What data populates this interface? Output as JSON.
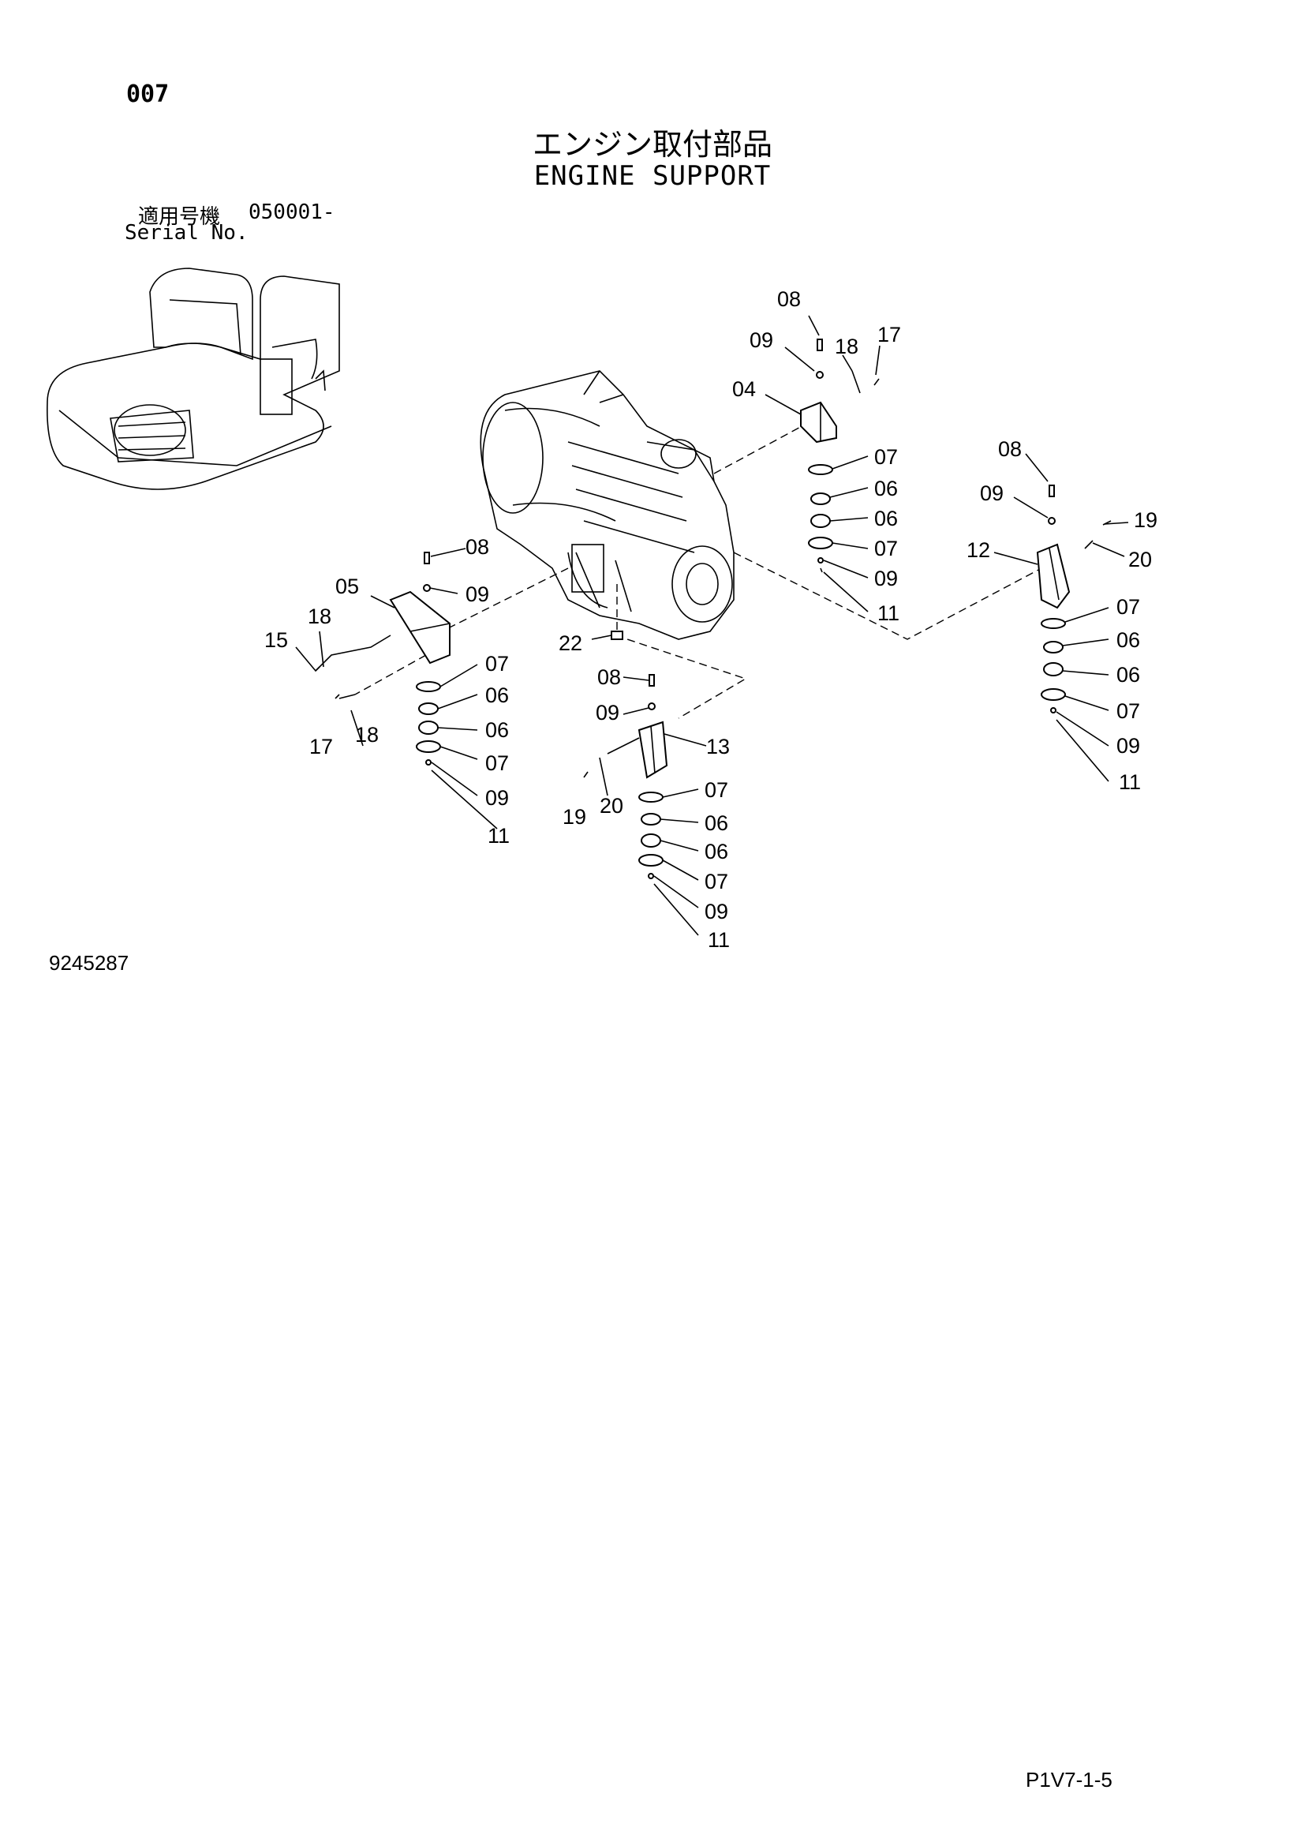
{
  "page_number": "007",
  "title_jp": "エンジン取付部品",
  "title_en": "ENGINE SUPPORT",
  "serial": {
    "label_jp": "適用号機",
    "value": "050001-",
    "label_en": "Serial No."
  },
  "figure_number": "9245287",
  "page_code": "P1V7-1-5",
  "callouts": {
    "c08a": "08",
    "c09a": "09",
    "c18a": "18",
    "c17a": "17",
    "c04": "04",
    "c07a": "07",
    "c06a": "06",
    "c06b": "06",
    "c07b": "07",
    "c09b": "09",
    "c11a": "11",
    "c08b": "08",
    "c09c": "09",
    "c19a": "19",
    "c12": "12",
    "c20a": "20",
    "c07c": "07",
    "c06c": "06",
    "c06d": "06",
    "c07d": "07",
    "c09d": "09",
    "c11b": "11",
    "c08c": "08",
    "c05": "05",
    "c09e": "09",
    "c18b": "18",
    "c15": "15",
    "c07e": "07",
    "c06e": "06",
    "c06f": "06",
    "c07f": "07",
    "c17b": "17",
    "c18c": "18",
    "c09f": "09",
    "c11c": "11",
    "c22": "22",
    "c08d": "08",
    "c09g": "09",
    "c13": "13",
    "c19b": "19",
    "c20b": "20",
    "c07g": "07",
    "c06g": "06",
    "c06h": "06",
    "c07h": "07",
    "c09h": "09",
    "c11d": "11"
  }
}
